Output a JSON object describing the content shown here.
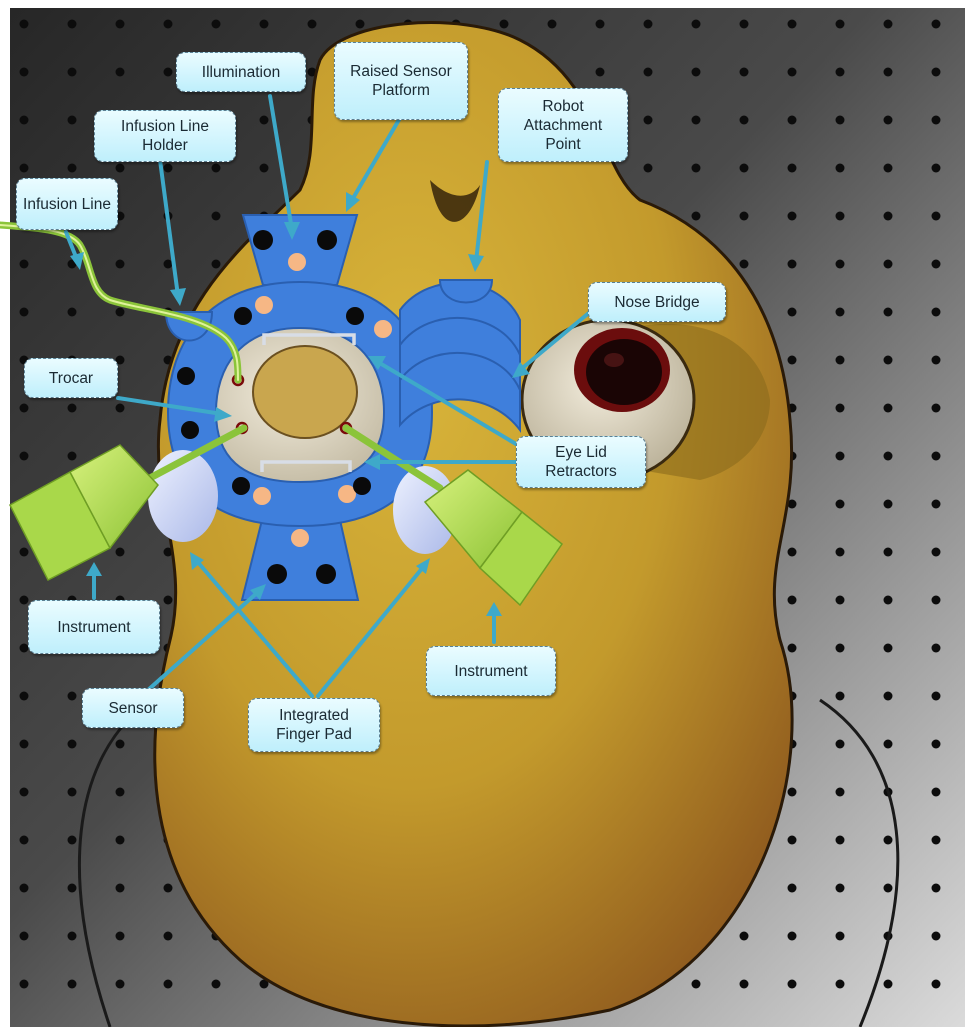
{
  "labels": {
    "illumination": "Illumination",
    "raised_sensor_platform": "Raised Sensor Platform",
    "robot_attachment_point": "Robot Attachment Point",
    "infusion_line_holder": "Infusion Line Holder",
    "infusion_line": "Infusion Line",
    "nose_bridge": "Nose Bridge",
    "trocar": "Trocar",
    "eye_lid_retractors": "Eye Lid Retractors",
    "instrument_left": "Instrument",
    "instrument_right": "Instrument",
    "sensor": "Sensor",
    "integrated_finger_pad": "Integrated Finger Pad"
  },
  "colors": {
    "skull": "#c5a12e",
    "skull_dark": "#8a5a20",
    "device_blue": "#3f7fdc",
    "sensor_dot": "#f6b785",
    "instrument_green": "#a9d84a",
    "arrow_teal": "#3ea9c9",
    "callout_fill": "#c9f2fc"
  }
}
